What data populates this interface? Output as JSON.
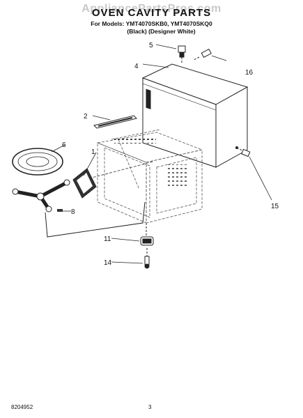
{
  "watermark": "AppliancePartsPros.com",
  "title": "OVEN CAVITY PARTS",
  "models_line": "For Models: YMT4070SKB0, YMT4070SKQ0",
  "variants_line": "(Black)  (Designer White)",
  "callouts": {
    "c1": "1",
    "c2": "2",
    "c4": "4",
    "c5": "5",
    "c6": "6",
    "c8": "8",
    "c11": "11",
    "c14": "14",
    "c15": "15",
    "c16": "16"
  },
  "footer": {
    "doc_number": "8204952",
    "page_number": "3"
  }
}
